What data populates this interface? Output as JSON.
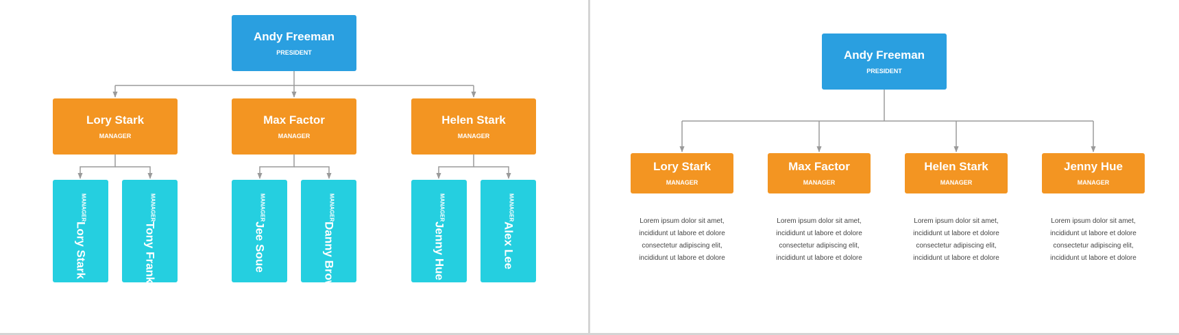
{
  "colors": {
    "president": "#2a9fe0",
    "manager": "#f39522",
    "staff": "#25cfe0",
    "connector": "#9a9a9a"
  },
  "slide1": {
    "president": {
      "name": "Andy Freeman",
      "role": "PRESIDENT"
    },
    "managers": [
      {
        "name": "Lory Stark",
        "role": "MANAGER",
        "reports": [
          {
            "name": "Lory Stark",
            "role": "MANAGER"
          },
          {
            "name": "Tony Frank",
            "role": "MANAGER"
          }
        ]
      },
      {
        "name": "Max Factor",
        "role": "MANAGER",
        "reports": [
          {
            "name": "Jee Soue",
            "role": "MANAGER"
          },
          {
            "name": "Danny Brown",
            "role": "MANAGER"
          }
        ]
      },
      {
        "name": "Helen Stark",
        "role": "MANAGER",
        "reports": [
          {
            "name": "Jenny Hue",
            "role": "MANAGER"
          },
          {
            "name": "Alex Lee",
            "role": "MANAGER"
          }
        ]
      }
    ]
  },
  "slide2": {
    "president": {
      "name": "Andy Freeman",
      "role": "PRESIDENT"
    },
    "managers": [
      {
        "name": "Lory Stark",
        "role": "MANAGER",
        "description": [
          "Lorem ipsum dolor sit amet,",
          "incididunt ut labore et dolore",
          "consectetur adipiscing elit,",
          "incididunt ut labore et dolore"
        ]
      },
      {
        "name": "Max Factor",
        "role": "MANAGER",
        "description": [
          "Lorem ipsum dolor sit amet,",
          "incididunt ut labore et dolore",
          "consectetur adipiscing elit,",
          "incididunt ut labore et dolore"
        ]
      },
      {
        "name": "Helen Stark",
        "role": "MANAGER",
        "description": [
          "Lorem ipsum dolor sit amet,",
          "incididunt ut labore et dolore",
          "consectetur adipiscing elit,",
          "incididunt ut labore et dolore"
        ]
      },
      {
        "name": "Jenny Hue",
        "role": "MANAGER",
        "description": [
          "Lorem ipsum dolor sit amet,",
          "incididunt ut labore et dolore",
          "consectetur adipiscing elit,",
          "incididunt ut labore et dolore"
        ]
      }
    ]
  }
}
